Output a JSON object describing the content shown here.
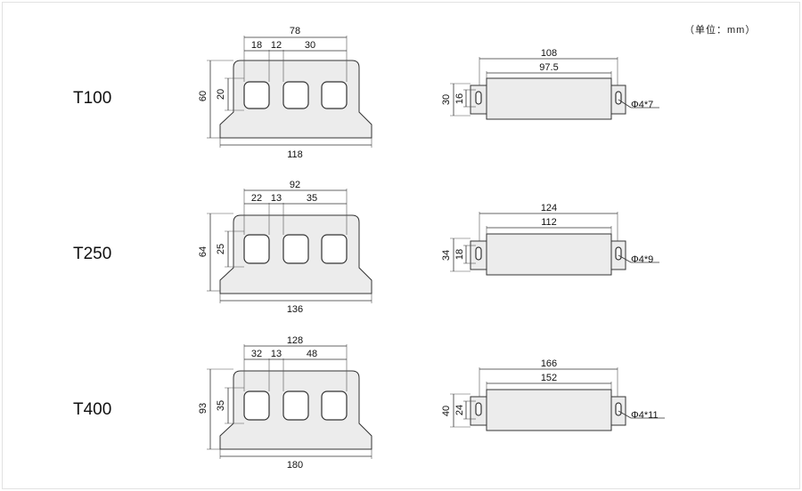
{
  "unit_label": "（单位：mm）",
  "models": [
    {
      "name": "T100",
      "front": {
        "total_top": "78",
        "seg_a": "18",
        "seg_b": "12",
        "seg_c": "30",
        "height": "60",
        "window_h": "20",
        "base_w": "118"
      },
      "side": {
        "total": "108",
        "inner": "97.5",
        "height": "30",
        "hole_span": "16",
        "hole": "Φ4*7"
      }
    },
    {
      "name": "T250",
      "front": {
        "total_top": "92",
        "seg_a": "22",
        "seg_b": "13",
        "seg_c": "35",
        "height": "64",
        "window_h": "25",
        "base_w": "136"
      },
      "side": {
        "total": "124",
        "inner": "112",
        "height": "34",
        "hole_span": "18",
        "hole": "Φ4*9"
      }
    },
    {
      "name": "T400",
      "front": {
        "total_top": "128",
        "seg_a": "32",
        "seg_b": "13",
        "seg_c": "48",
        "height": "93",
        "window_h": "35",
        "base_w": "180"
      },
      "side": {
        "total": "166",
        "inner": "152",
        "height": "40",
        "hole_span": "24",
        "hole": "Φ4*11"
      }
    }
  ]
}
